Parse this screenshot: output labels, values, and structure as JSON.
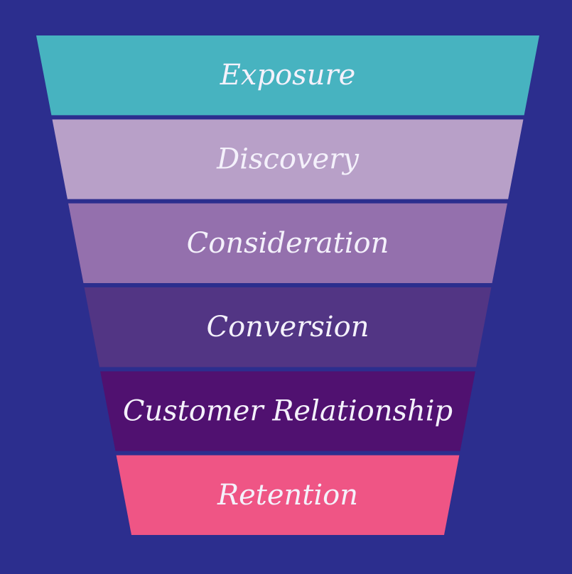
{
  "background_color": "#2c2e8e",
  "funnel": {
    "stages": [
      {
        "label": "Exposure",
        "color": "#47b3c0"
      },
      {
        "label": "Discovery",
        "color": "#b8a0c8"
      },
      {
        "label": "Consideration",
        "color": "#9470ad"
      },
      {
        "label": "Conversion",
        "color": "#523584"
      },
      {
        "label": "Customer Relationship",
        "color": "#501170"
      },
      {
        "label": "Retention",
        "color": "#ef5585"
      }
    ]
  }
}
